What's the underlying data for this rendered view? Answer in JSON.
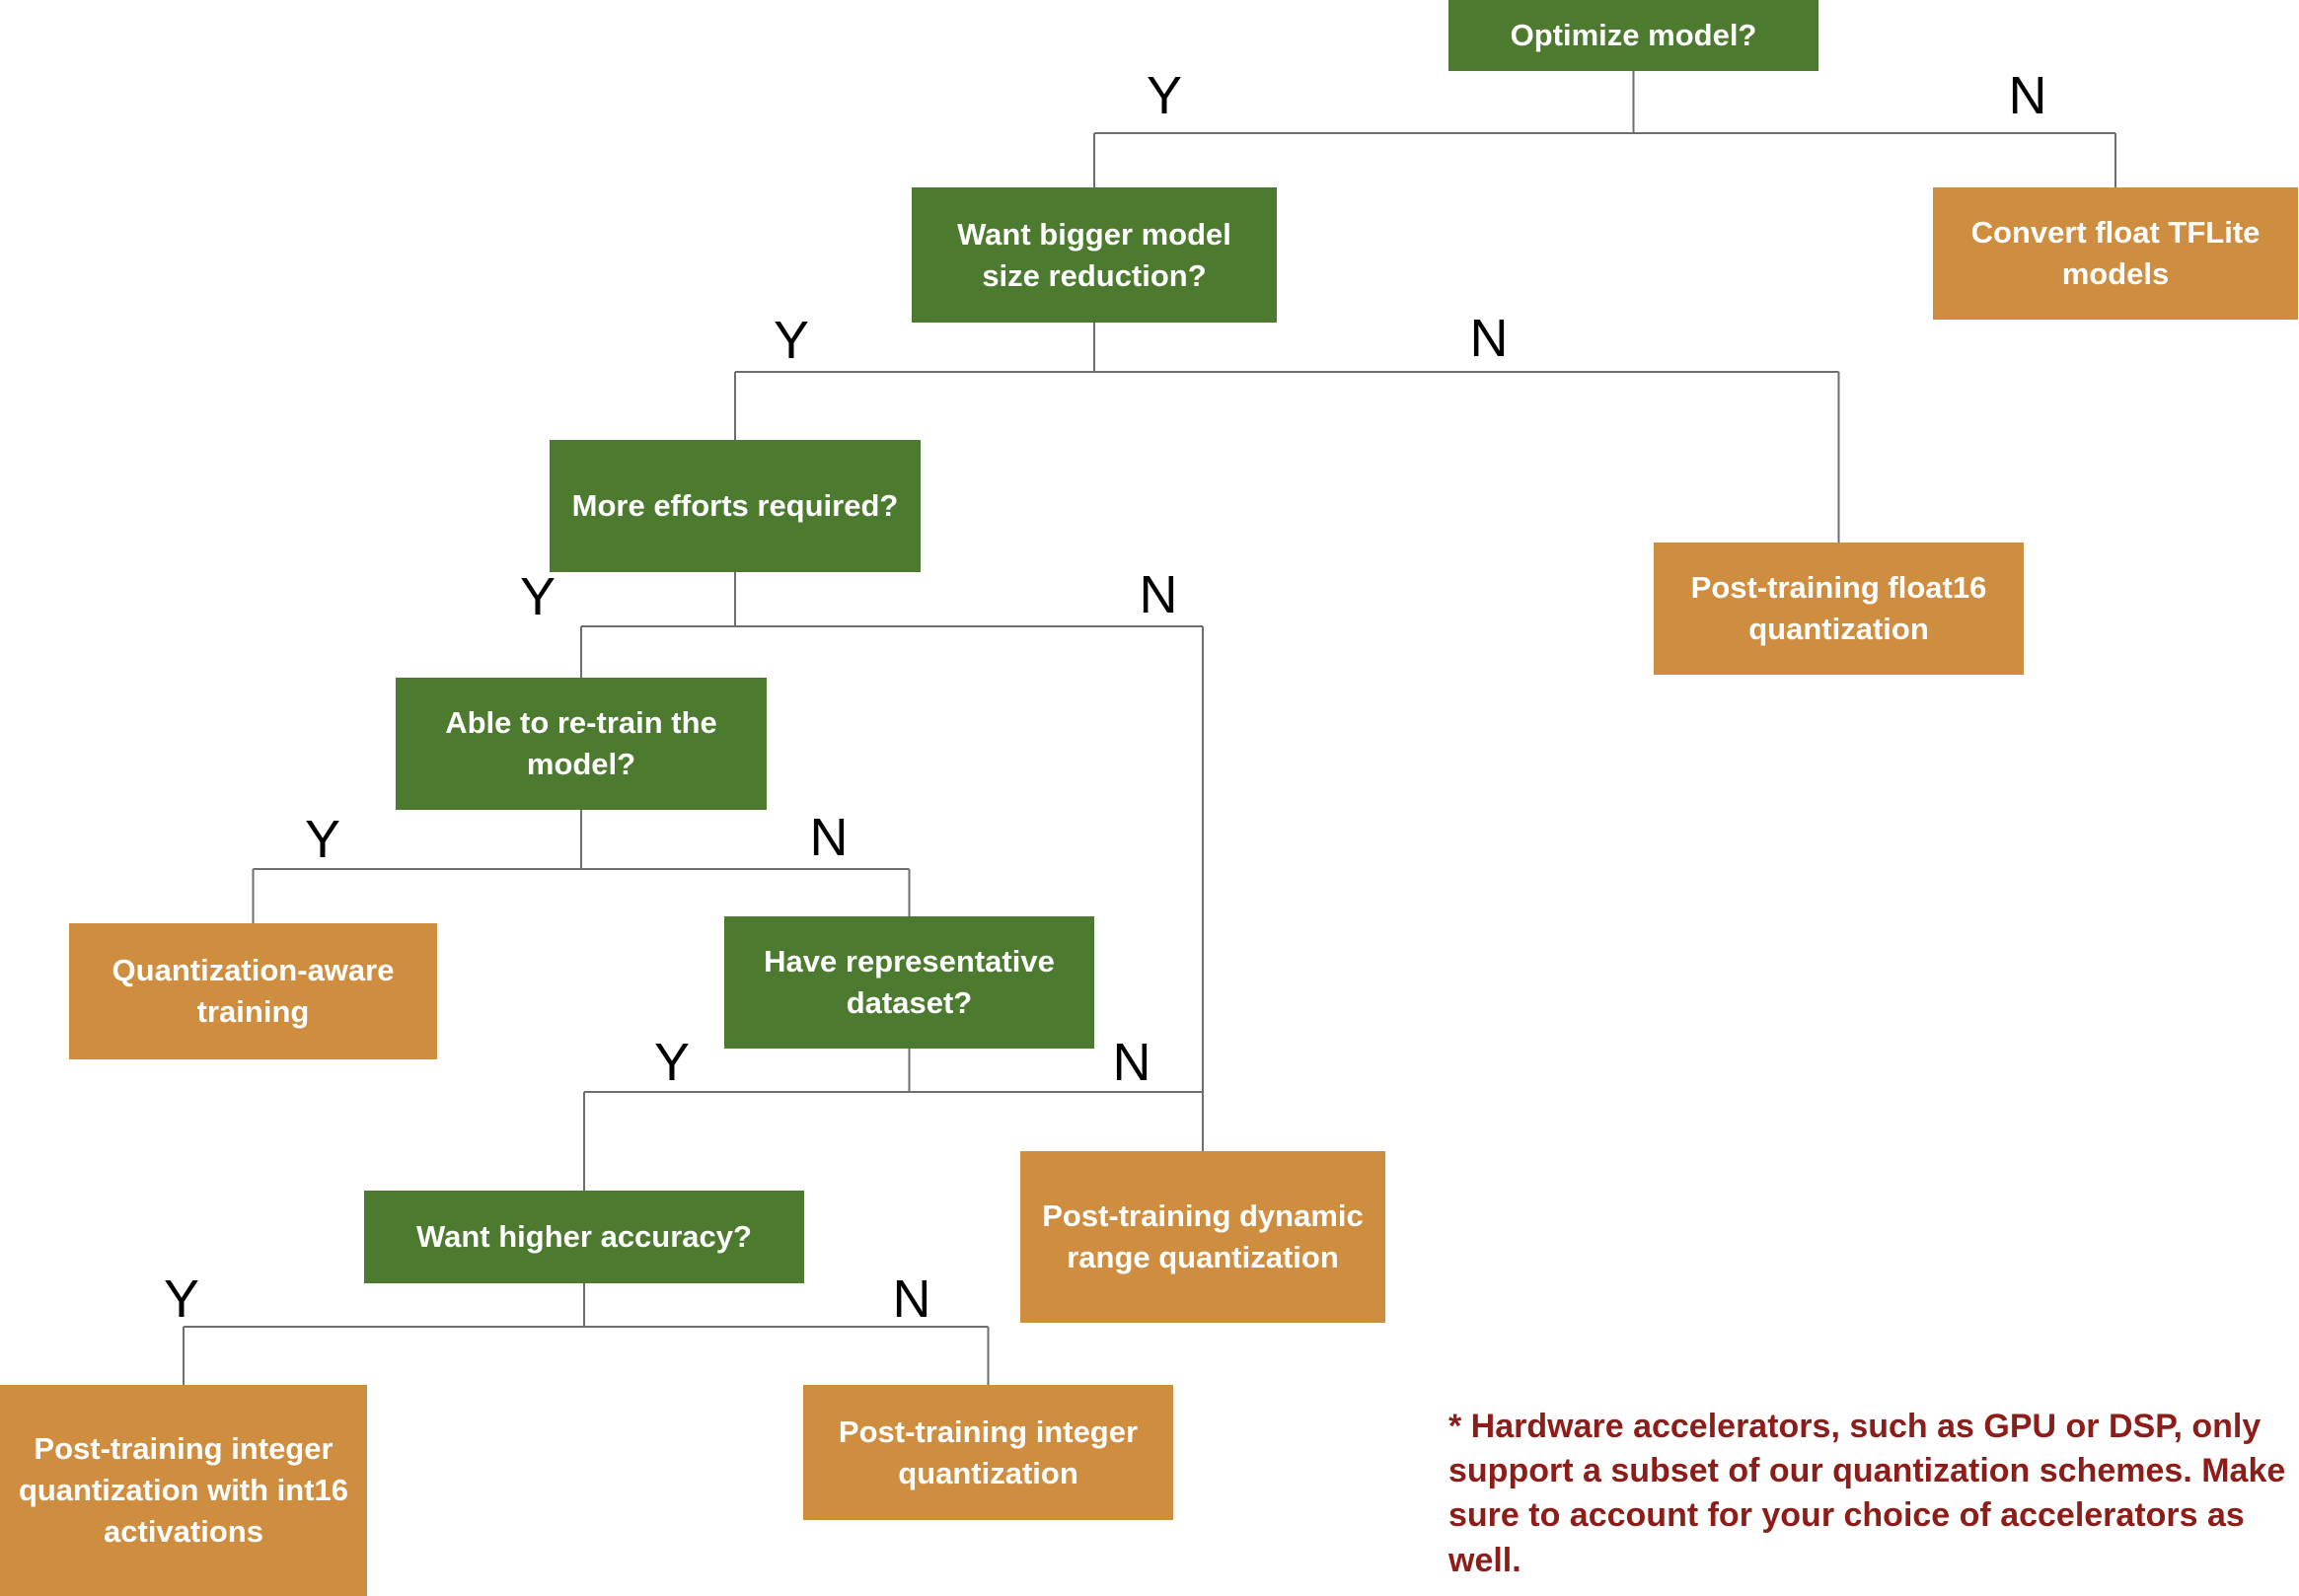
{
  "nodes": {
    "optimize": {
      "label": "Optimize model?",
      "type": "decision"
    },
    "bigger_reduction": {
      "label": "Want bigger model size reduction?",
      "type": "decision"
    },
    "convert_float": {
      "label": "Convert float TFLite models",
      "type": "outcome"
    },
    "more_efforts": {
      "label": "More efforts required?",
      "type": "decision"
    },
    "float16": {
      "label": "Post-training float16 quantization",
      "type": "outcome"
    },
    "retrain": {
      "label": "Able to re-train the model?",
      "type": "decision"
    },
    "qat": {
      "label": "Quantization-aware training",
      "type": "outcome"
    },
    "rep_dataset": {
      "label": "Have representative dataset?",
      "type": "decision"
    },
    "dynamic_range": {
      "label": "Post-training dynamic range quantization",
      "type": "outcome"
    },
    "higher_accuracy": {
      "label": "Want higher accuracy?",
      "type": "decision"
    },
    "int16_act": {
      "label": "Post-training integer quantization with int16 activations",
      "type": "outcome"
    },
    "integer_quant": {
      "label": "Post-training integer quantization",
      "type": "outcome"
    }
  },
  "branch_labels": {
    "yes": "Y",
    "no": "N"
  },
  "footnote": "* Hardware accelerators, such as GPU or DSP, only support a subset of our quantization schemes. Make sure to account for your choice of accelerators as well.",
  "colors": {
    "decision_fill": "#4C7A2F",
    "outcome_fill": "#CE8D3F",
    "line_color": "#6E6E6E",
    "footnote_color": "#8C1D18",
    "branch_label_color": "#000000"
  }
}
